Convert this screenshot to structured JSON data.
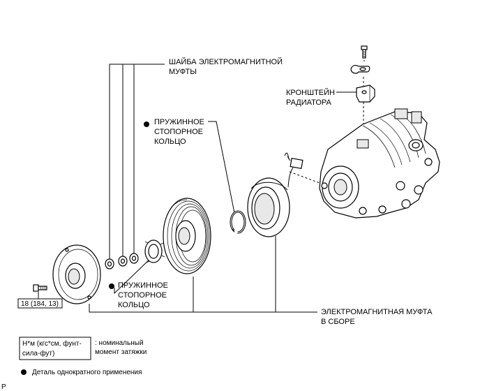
{
  "labels": {
    "washer_line1": "ШАЙБА ЭЛЕКТРОМАГНИТНОЙ",
    "washer_line2": "МУФТЫ",
    "bracket_line1": "КРОНШТЕЙН",
    "bracket_line2": "РАДИАТОРА",
    "snap_ring_top_line1": "ПРУЖИННОЕ",
    "snap_ring_top_line2": "СТОПОРНОЕ",
    "snap_ring_top_line3": "КОЛЬЦО",
    "snap_ring_bottom_line1": "ПРУЖИННОЕ",
    "snap_ring_bottom_line2": "СТОПОРНОЕ",
    "snap_ring_bottom_line3": "КОЛЬЦО",
    "clutch_line1": "ЭЛЕКТРОМАГНИТНАЯ МУФТА",
    "clutch_line2": "В СБОРЕ",
    "torque_value": "18 (184, 13)"
  },
  "legend": {
    "torque_units_line1": "Н*м (кгс*см, фунт-",
    "torque_units_line2": "сила-фут)",
    "torque_desc_line1": ": номинальный",
    "torque_desc_line2": "момент затяжки",
    "single_use": "Деталь однократного применения"
  },
  "corner_mark": "P"
}
